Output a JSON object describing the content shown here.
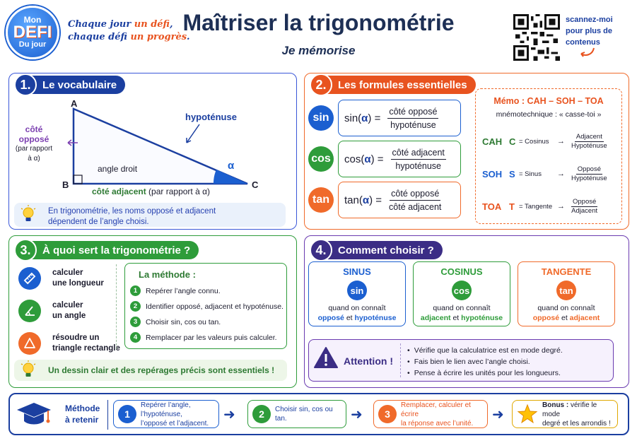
{
  "header": {
    "logo": {
      "line1": "Mon",
      "line2": "DEFI",
      "line3": "Du jour"
    },
    "slogan": {
      "a": "Chaque jour ",
      "b": "un défi",
      "c": ",",
      "d": "chaque défi ",
      "e": "un progrès",
      "f": "."
    },
    "title": "Maîtriser la trigonométrie",
    "subtitle": "Je mémorise",
    "scan": [
      "scannez-moi",
      "pour plus de",
      "contenus"
    ]
  },
  "section1": {
    "number": "1.",
    "title": "Le vocabulaire",
    "labels": {
      "A": "A",
      "B": "B",
      "C": "C",
      "hypotenuse": "hypoténuse",
      "alpha": "α",
      "oppose_1": "côté",
      "oppose_2": "opposé",
      "oppose_3": "(par rapport",
      "oppose_4": "à α)",
      "right_angle": "angle droit",
      "adjacent": "côté adjacent",
      "adjacent_note": "(par rapport à α)"
    },
    "tip": [
      "En trigonométrie, les noms opposé et adjacent",
      "dépendent de l’angle choisi."
    ]
  },
  "section2": {
    "number": "2.",
    "title": "Les formules essentielles",
    "formulas": [
      {
        "fn": "sin",
        "lhs_fn": "sin(",
        "lhs_a": "α",
        "lhs_end": ")  =",
        "num": "côté opposé",
        "den": "hypoténuse",
        "color": "#1b5fd0"
      },
      {
        "fn": "cos",
        "lhs_fn": "cos(",
        "lhs_a": "α",
        "lhs_end": ")  =",
        "num": "côté adjacent",
        "den": "hypoténuse",
        "color": "#2e9c3a"
      },
      {
        "fn": "tan",
        "lhs_fn": "tan(",
        "lhs_a": "α",
        "lhs_end": ")  =",
        "num": "côté opposé",
        "den": "côté adjacent",
        "color": "#f06a2a"
      }
    ],
    "memo": {
      "title": "Mémo : CAH – SOH – TOA",
      "subtitle": "mnémotechnique : « casse-toi »",
      "rows": [
        {
          "abbr": "CAH",
          "letter": "C",
          "word": "= Cosinus",
          "arrow": "→",
          "num": "Adjacent",
          "den": "Hypoténuse",
          "color": "#2e7a33"
        },
        {
          "abbr": "SOH",
          "letter": "S",
          "word": "= Sinus",
          "arrow": "→",
          "num": "Opposé",
          "den": "Hypoténuse",
          "color": "#1b5fd0"
        },
        {
          "abbr": "TOA",
          "letter": "T",
          "word": "= Tangente",
          "arrow": "→",
          "num": "Opposé",
          "den": "Adjacent",
          "color": "#e8531f"
        }
      ]
    }
  },
  "section3": {
    "number": "3.",
    "title": "À quoi sert la trigonométrie ?",
    "uses": [
      {
        "l1": "calculer",
        "l2": "une longueur",
        "icon": "ruler-icon",
        "color": "#1b5fd0"
      },
      {
        "l1": "calculer",
        "l2": "un angle",
        "icon": "angle-icon",
        "color": "#2e9c3a"
      },
      {
        "l1": "résoudre un",
        "l2": "triangle rectangle",
        "icon": "triangle-icon",
        "color": "#f06a2a"
      }
    ],
    "method_title": "La méthode :",
    "steps": [
      {
        "n": "1",
        "text": "Repérer l’angle connu."
      },
      {
        "n": "2",
        "text": "Identifier opposé, adjacent et hypoténuse."
      },
      {
        "n": "3",
        "text": "Choisir sin, cos ou tan."
      },
      {
        "n": "4",
        "text": "Remplacer par les valeurs puis calculer."
      }
    ],
    "tip": "Un dessin clair et des repérages précis sont essentiels !"
  },
  "section4": {
    "number": "4.",
    "title": "Comment choisir ?",
    "choices": [
      {
        "title": "SINUS",
        "fn": "sin",
        "line1": "quand on connaît",
        "a": "opposé",
        "et": " et ",
        "b": "hypoténuse",
        "color": "#1b5fd0"
      },
      {
        "title": "COSINUS",
        "fn": "cos",
        "line1": "quand on connaît",
        "a": "adjacent",
        "et": " et ",
        "b": "hypoténuse",
        "color": "#2e9c3a"
      },
      {
        "title": "TANGENTE",
        "fn": "tan",
        "line1": "quand on connaît",
        "a": "opposé",
        "et": " et ",
        "b": "adjacent",
        "color": "#f06a2a"
      }
    ],
    "attention": {
      "title": "Attention !",
      "items": [
        "Vérifie que la calculatrice est en mode degré.",
        "Fais bien le lien avec l’angle choisi.",
        "Pense à écrire les unités pour les longueurs."
      ]
    }
  },
  "banner": {
    "label1": "Méthode",
    "label2": "à retenir",
    "steps": [
      {
        "n": "1",
        "l1": "Repérer l’angle, l’hypoténuse,",
        "l2": "l’opposé et l’adjacent.",
        "color": "#1b5fd0"
      },
      {
        "n": "2",
        "l1": "Choisir sin, cos ou tan.",
        "l2": "",
        "color": "#2e9c3a"
      },
      {
        "n": "3",
        "l1": "Remplacer, calculer et écrire",
        "l2": "la réponse avec l’unité.",
        "color": "#f06a2a"
      }
    ],
    "bonus_label": "Bonus :",
    "bonus_l1": " vérifie le mode",
    "bonus_l2": "degré et les arrondis !"
  }
}
